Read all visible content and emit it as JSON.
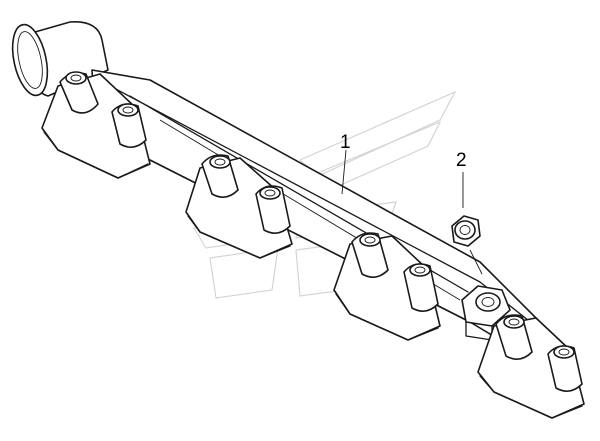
{
  "callouts": [
    {
      "id": "1",
      "label": "1",
      "part": "exhaust-manifest"
    },
    {
      "id": "2",
      "label": "2",
      "part": "nut"
    }
  ],
  "colors": {
    "line": "#1a1a1a",
    "watermark": "#d4d4d4",
    "background": "#ffffff"
  }
}
